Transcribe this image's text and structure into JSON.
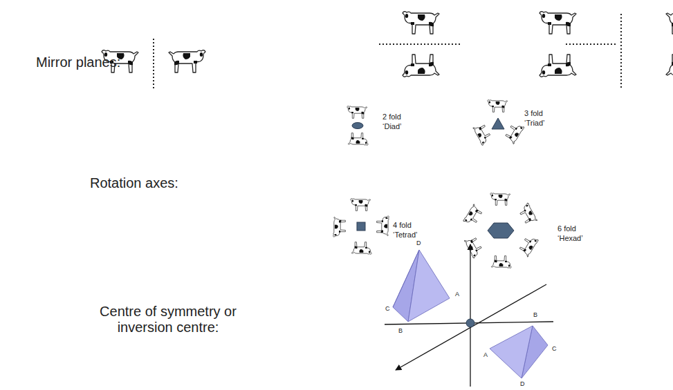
{
  "diagram": {
    "labels": [
      "Mirror planes:",
      "Rotation axes:",
      "2 fold",
      "‘Diad’",
      "3 fold",
      "‘Triad’",
      "4 fold",
      "‘Tetrad’",
      "6 fold",
      "‘Hexad’",
      "Centre of symmetry or inversion centre:",
      "D",
      "C",
      "A",
      "B",
      "B",
      "A",
      "C",
      "D"
    ]
  }
}
